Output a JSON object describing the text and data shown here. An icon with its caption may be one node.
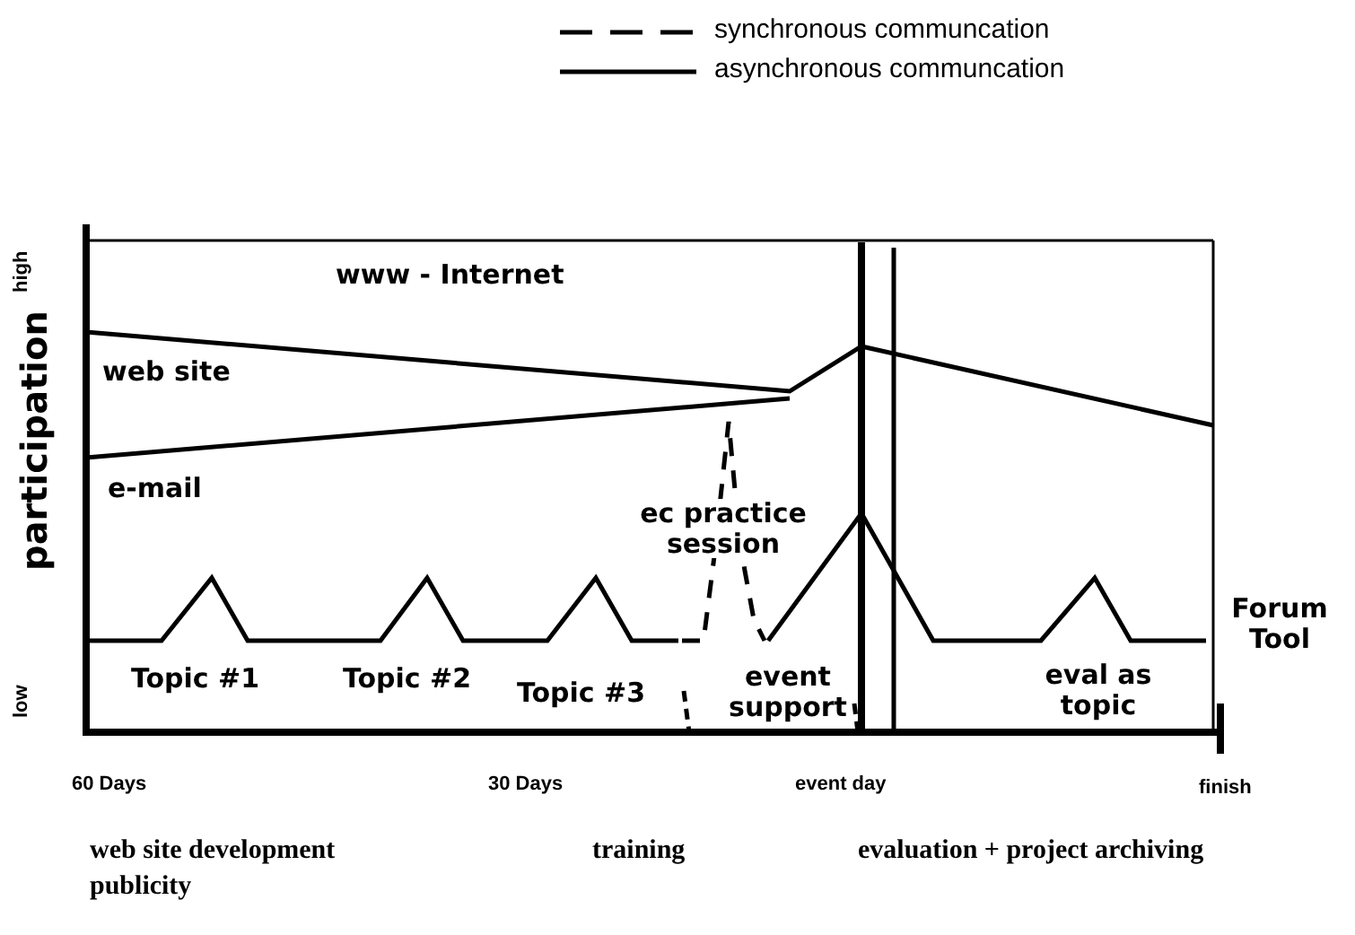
{
  "diagram": {
    "labels": [
      "high",
      "participation",
      "low",
      "www - Internet",
      "web site",
      "e-mail",
      "ec practice session",
      "Forum Tool",
      "event support",
      "Topic #1",
      "Topic #2",
      "eval as topic",
      "Topic #3",
      "60 Days",
      "30 Days",
      "event day",
      "finish",
      "web site development",
      "training",
      "evaluation + project archiving",
      "publicity"
    ],
    "legend": [
      {
        "text": "synchronous communcation"
      },
      {
        "text": "asynchronous communcation"
      }
    ]
  }
}
